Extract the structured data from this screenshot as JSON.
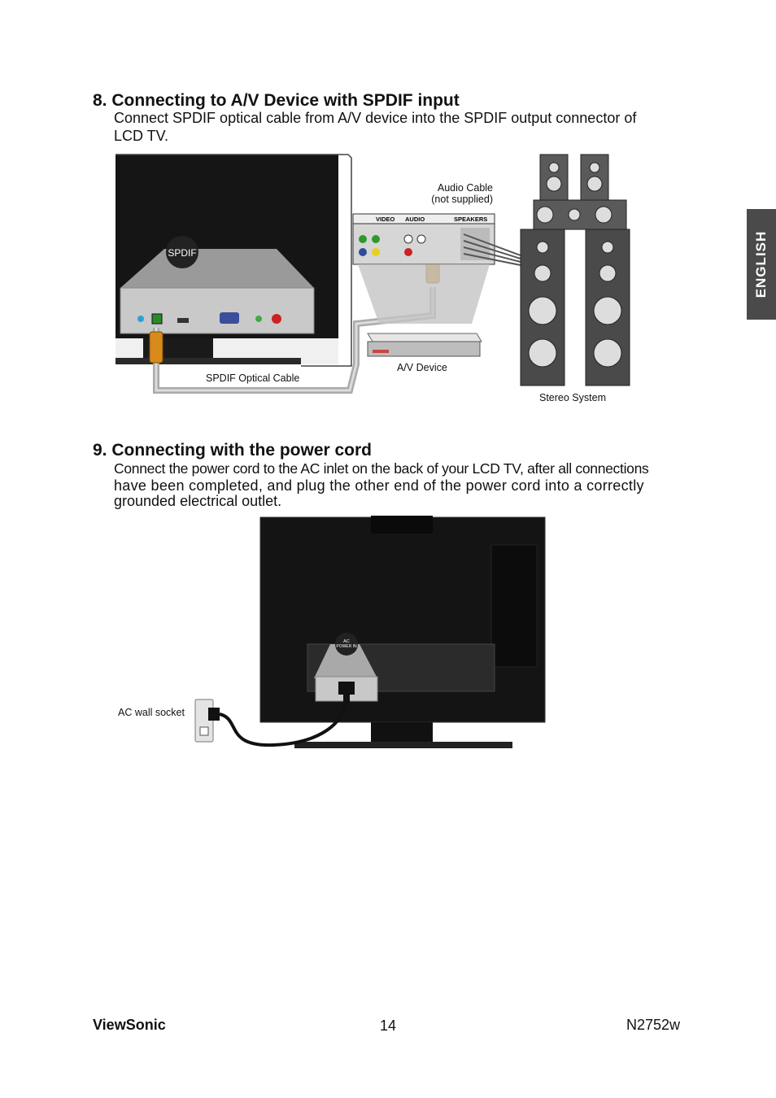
{
  "side_tab": {
    "language": "ENGLISH"
  },
  "section8": {
    "heading": "8. Connecting to A/V Device with SPDIF input",
    "body_line1": "Connect SPDIF optical cable from A/V device into the SPDIF output connector of",
    "body_line2": "LCD TV.",
    "figure": {
      "spdif_label": "SPDIF",
      "audio_cable_line1": "Audio Cable",
      "audio_cable_line2": "(not supplied)",
      "av_device": "A/V Device",
      "optical_cable": "SPDIF Optical Cable",
      "stereo_system": "Stereo System",
      "panel_headers": [
        "VIDEO",
        "AUDIO",
        "SPEAKERS"
      ]
    }
  },
  "section9": {
    "heading": "9. Connecting with the power cord",
    "body_line1": "Connect the power cord to the AC inlet on the back of your LCD TV, after all connections",
    "body_line2": "have been completed, and plug the other end of the power cord into a correctly",
    "body_line3": "grounded electrical outlet.",
    "figure": {
      "wall_socket": "AC wall socket",
      "ac_label_line1": "AC",
      "ac_label_line2": "POWER IN"
    }
  },
  "footer": {
    "brand": "ViewSonic",
    "page": "14",
    "model": "N2752w"
  }
}
